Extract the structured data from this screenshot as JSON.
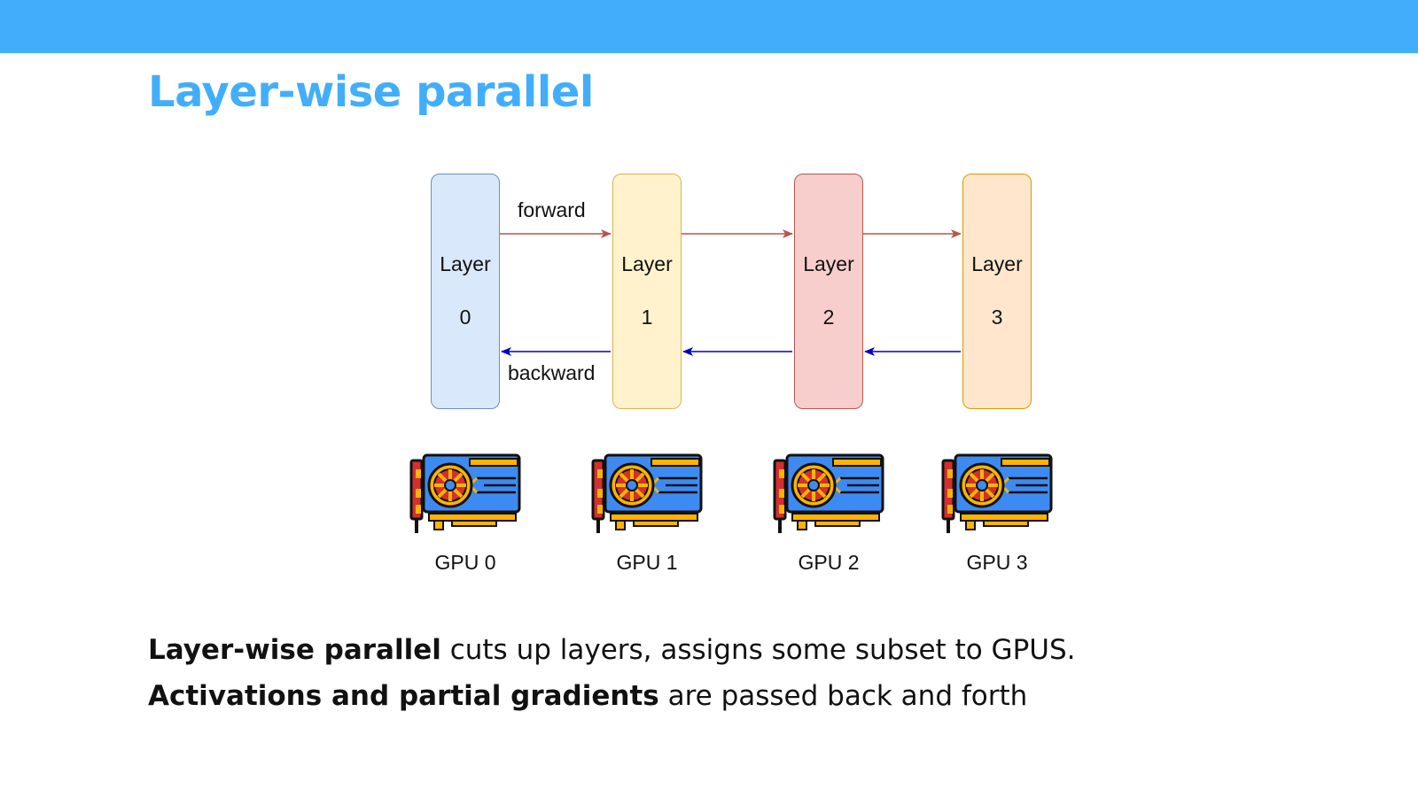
{
  "slide": {
    "title": "Layer-wise parallel",
    "colors": {
      "accent": "#42aefb"
    }
  },
  "diagram": {
    "layers": [
      {
        "label": "Layer",
        "index": "0",
        "fill": "#dae8fc",
        "stroke": "#6c8ebf"
      },
      {
        "label": "Layer",
        "index": "1",
        "fill": "#fff2cc",
        "stroke": "#d6b656"
      },
      {
        "label": "Layer",
        "index": "2",
        "fill": "#f8cecc",
        "stroke": "#b85450"
      },
      {
        "label": "Layer",
        "index": "3",
        "fill": "#ffe6cc",
        "stroke": "#d79b00"
      }
    ],
    "forward_label": "forward",
    "backward_label": "backward",
    "forward_color": "#b85450",
    "backward_color": "#0000bb",
    "gpus": [
      "GPU 0",
      "GPU 1",
      "GPU 2",
      "GPU 3"
    ]
  },
  "captions": [
    {
      "bold": "Layer-wise parallel",
      "rest": " cuts up layers, assigns some subset to GPUS."
    },
    {
      "bold": "Activations and partial gradients",
      "rest": " are passed back and forth"
    }
  ]
}
